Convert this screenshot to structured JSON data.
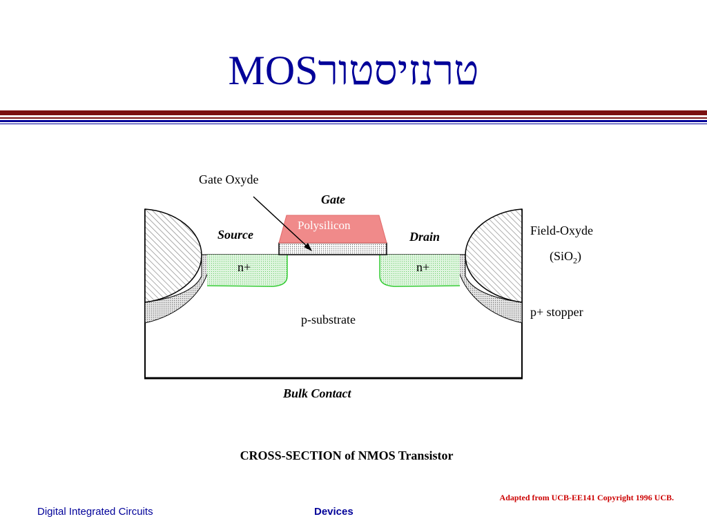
{
  "title": "MOSטרנזיסטור",
  "diagram": {
    "gate_oxyde": "Gate Oxyde",
    "gate": "Gate",
    "polysilicon": "Polysilicon",
    "source": "Source",
    "drain": "Drain",
    "n_plus_left": "n+",
    "n_plus_right": "n+",
    "p_substrate": "p-substrate",
    "field_oxyde": "Field-Oxyde",
    "sio2_open": "(SiO",
    "sio2_sub": "2",
    "sio2_close": ")",
    "p_stopper": "p+ stopper",
    "bulk_contact": "Bulk Contact"
  },
  "caption": "CROSS-SECTION of NMOS Transistor",
  "credit": "Adapted from UCB-EE141 Copyright 1996 UCB.",
  "footer": {
    "left": "Digital Integrated Circuits",
    "center": "Devices"
  },
  "colors": {
    "title": "#000099",
    "polysilicon": "#f08a8a",
    "n_plus": "#c8f0c8",
    "n_plus_edge": "#33cc33",
    "credit": "#cc0000"
  }
}
